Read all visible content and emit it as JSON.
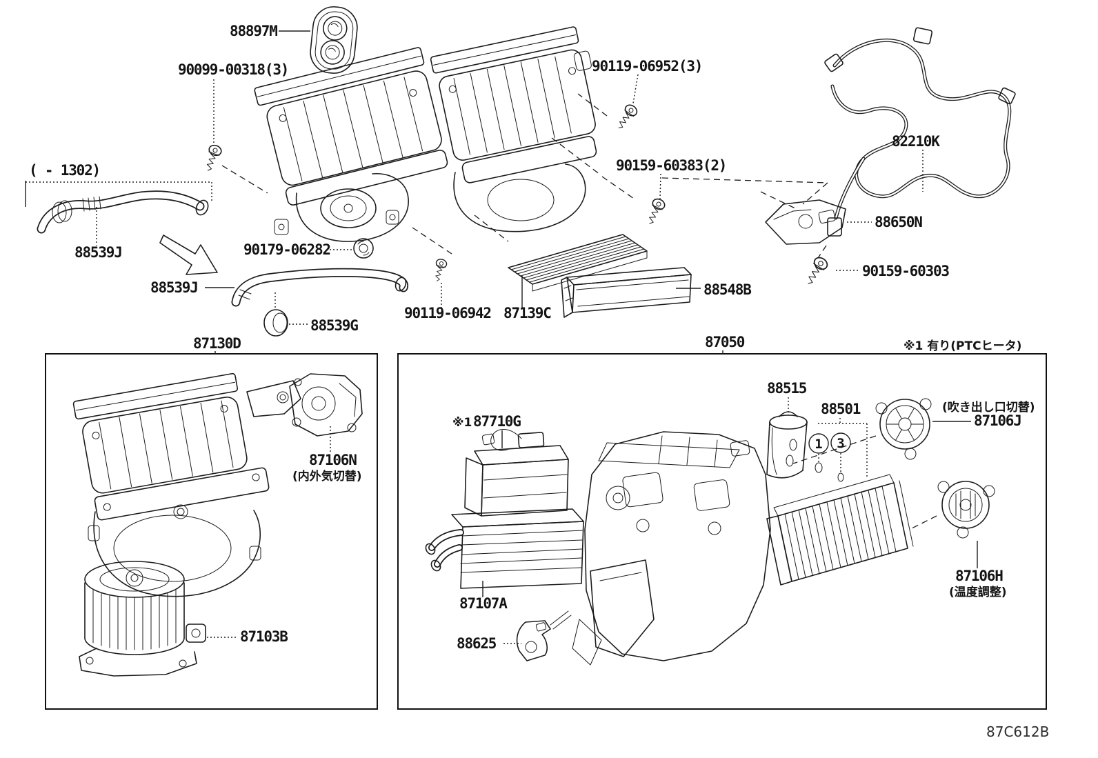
{
  "colors": {
    "line": "#1c1c1c",
    "background": "#ffffff"
  },
  "labels": {
    "grommet": "88897M",
    "screw_90099_00318": "90099-00318(3)",
    "screw_90119_06952": "90119-06952(3)",
    "screw_90159_60383": "90159-60383(2)",
    "wire_82210k": "82210K",
    "amplifier_88650n": "88650N",
    "screw_90159_60303": "90159-60303",
    "hose_88539j": "88539J",
    "hose_88539j_2": "88539J",
    "screw_90179_06282": "90179-06282",
    "grommet_88539g": "88539G",
    "screw_90119_06942": "90119-06942",
    "filter_87139c": "87139C",
    "case_88548b": "88548B",
    "blower_87130d": "87130D",
    "unit_87050": "87050",
    "servo_87106n": "87106N",
    "motor_87103b": "87103B",
    "ptc_87710g": "87710G",
    "core_87107a": "87107A",
    "clamp_88625": "88625",
    "valve_88515": "88515",
    "evap_88501": "88501",
    "servo_87106j": "87106J",
    "servo_87106h": "87106H"
  },
  "notes": {
    "production_range": "(  - 1302)",
    "ptc_heater": "※1 有り(PTCヒータ)",
    "asterisk_1": "※1",
    "intake_switch": "(内外気切替)",
    "outlet_switch": "(吹き出し口切替)",
    "temp_adjust": "(温度調整)"
  },
  "callouts": {
    "one": "1",
    "three": "3"
  },
  "footer": {
    "diagram_code": "87C612B"
  }
}
